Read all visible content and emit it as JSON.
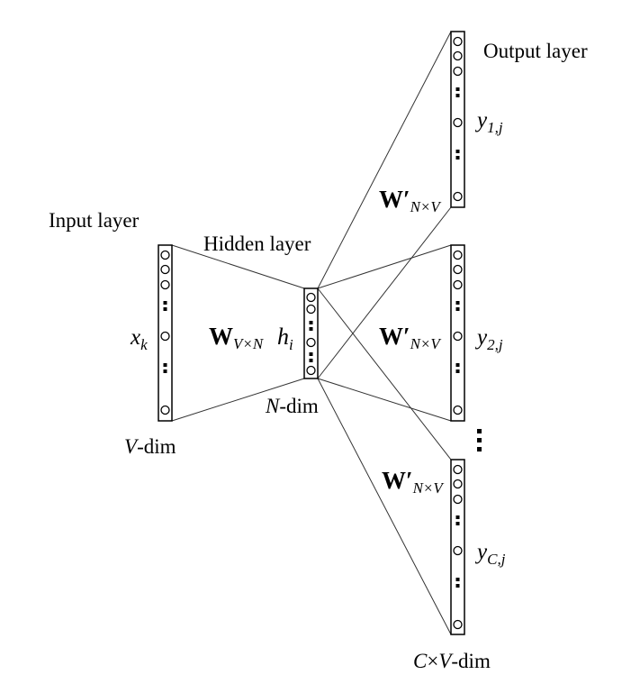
{
  "title": "Skip-gram neural network architecture",
  "colors": {
    "stroke": "#000000",
    "line": "#333333",
    "background": "#ffffff"
  },
  "input_layer": {
    "title": "Input layer",
    "var": "x",
    "var_sub": "k",
    "dim_var": "V",
    "dim_suffix": "-dim",
    "weight": "W",
    "weight_sub": "V×N"
  },
  "hidden_layer": {
    "title": "Hidden layer",
    "var": "h",
    "var_sub": "i",
    "dim_var": "N",
    "dim_suffix": "-dim"
  },
  "output_layers": [
    {
      "title": "Output layer",
      "var": "y",
      "var_sub": "1,j",
      "weight": "W′",
      "weight_sub": "N×V"
    },
    {
      "title": "",
      "var": "y",
      "var_sub": "2,j",
      "weight": "W′",
      "weight_sub": "N×V"
    },
    {
      "title": "",
      "var": "y",
      "var_sub": "C,j",
      "weight": "W′",
      "weight_sub": "N×V"
    }
  ],
  "output_dim": {
    "c": "C",
    "times": "×",
    "v": "V",
    "suffix": "-dim"
  }
}
